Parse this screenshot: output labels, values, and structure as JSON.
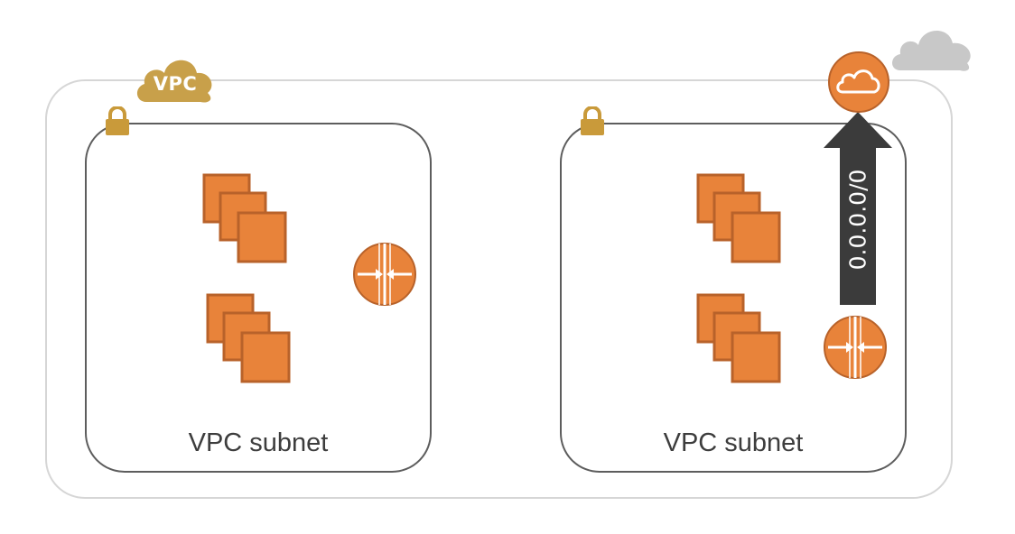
{
  "vpc": {
    "badge_label": "VPC"
  },
  "subnets": [
    {
      "label": "VPC subnet"
    },
    {
      "label": "VPC subnet"
    }
  ],
  "route": {
    "cidr": "0.0.0.0/0"
  },
  "colors": {
    "instance_orange": "#e8833a",
    "instance_shadow": "#b8622a",
    "vpc_gold": "#c8a04a",
    "lock_gold": "#c99a3a",
    "arrow_dark": "#3b3b3b",
    "cloud_gray": "#c8c8c8",
    "outer_border": "#d6d6d6"
  },
  "icons": [
    "vpc-cloud-icon",
    "lock-icon",
    "ec2-instance-icon",
    "router-icon",
    "internet-gateway-icon",
    "internet-cloud-icon",
    "route-arrow-icon"
  ]
}
